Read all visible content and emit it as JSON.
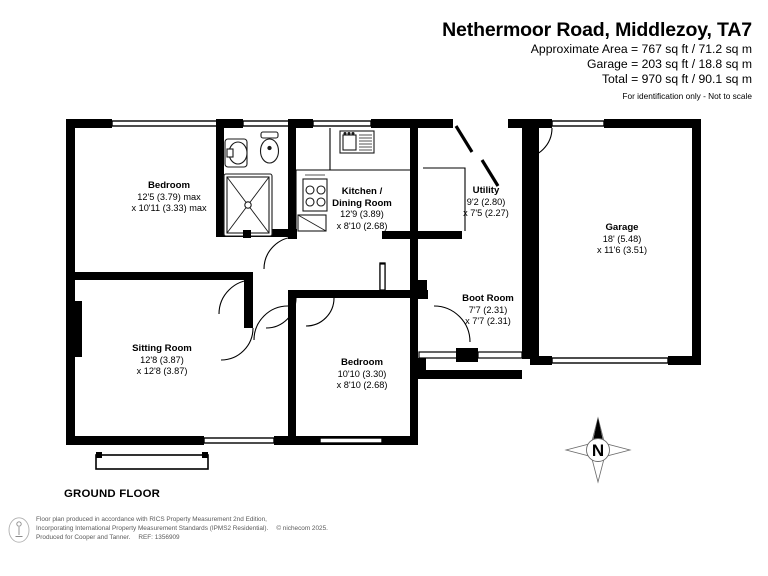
{
  "header": {
    "title": "Nethermoor Road, Middlezoy, TA7",
    "area_lines": [
      "Approximate Area = 767 sq ft / 71.2 sq m",
      "Garage = 203 sq ft / 18.8 sq m",
      "Total = 970 sq ft / 90.1 sq m"
    ],
    "disclaimer": "For identification only - Not to scale"
  },
  "floor_caption": "GROUND FLOOR",
  "compass": {
    "label": "N",
    "name": "north-arrow"
  },
  "rooms": [
    {
      "name": "Bedroom",
      "dim1": "12'5 (3.79) max",
      "dim2": "x 10'11 (3.33) max",
      "key": "bedroom-1"
    },
    {
      "name": "Sitting Room",
      "dim1": "12'8 (3.87)",
      "dim2": "x 12'8 (3.87)",
      "key": "sitting-room"
    },
    {
      "name": "Kitchen /",
      "name2": "Dining Room",
      "dim1": "12'9 (3.89)",
      "dim2": "x 8'10 (2.68)",
      "key": "kitchen-dining-room"
    },
    {
      "name": "Utility",
      "dim1": "9'2 (2.80)",
      "dim2": "x 7'5 (2.27)",
      "key": "utility"
    },
    {
      "name": "Boot Room",
      "dim1": "7'7 (2.31)",
      "dim2": "x 7'7 (2.31)",
      "key": "boot-room"
    },
    {
      "name": "Bedroom",
      "dim1": "10'10 (3.30)",
      "dim2": "x 8'10 (2.68)",
      "key": "bedroom-2"
    },
    {
      "name": "Garage",
      "dim1": "18' (5.48)",
      "dim2": "x 11'6 (3.51)",
      "key": "garage"
    }
  ],
  "footer": {
    "line1": "Floor plan produced in accordance with RICS Property Measurement 2nd Edition,",
    "line2a": "Incorporating International Property Measurement Standards (IPMS2 Residential).",
    "line2b": "© nichecom 2025.",
    "line3a": "Produced for Cooper and Tanner.",
    "line3b": "REF: 1356909"
  },
  "colors": {
    "wall": "#000000",
    "fixture_stroke": "#1a1a1a",
    "background": "#ffffff",
    "footer_text": "#5a5a5a"
  }
}
